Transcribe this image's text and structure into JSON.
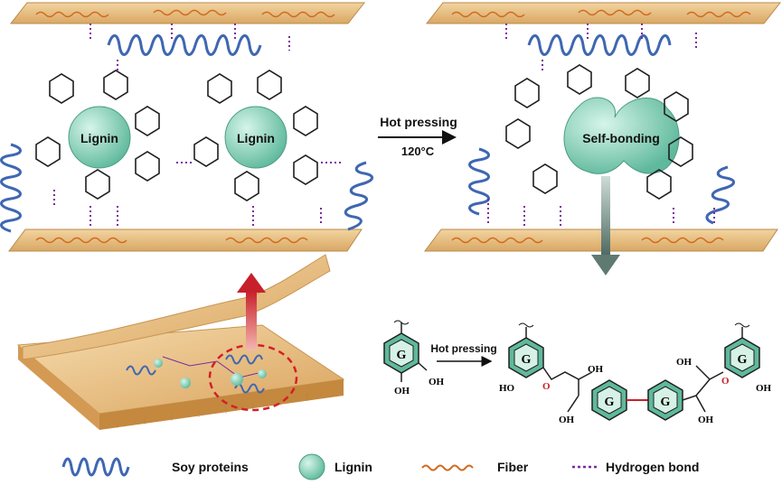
{
  "left_panel": {
    "lignin_label_1": "Lignin",
    "lignin_label_2": "Lignin"
  },
  "arrow_step": {
    "label": "Hot pressing",
    "temperature": "120°C"
  },
  "right_panel": {
    "self_bond_label": "Self-bonding"
  },
  "reaction": {
    "arrow_label": "Hot pressing",
    "ring_label": "G",
    "substituents": {
      "oh": "OH",
      "ho": "HO",
      "o": "O"
    }
  },
  "legend": {
    "items": [
      {
        "icon": "soy-protein-helix-icon",
        "label": "Soy proteins"
      },
      {
        "icon": "lignin-sphere-icon",
        "label": "Lignin"
      },
      {
        "icon": "fiber-wave-icon",
        "label": "Fiber"
      },
      {
        "icon": "hydrogen-bond-dots-icon",
        "label": "Hydrogen bond"
      }
    ]
  },
  "colors": {
    "wood": "#e7c08a",
    "protein": "#3f67b2",
    "lignin": "#8fd6c2",
    "fiber": "#d2691e",
    "hbond": "#7a2aa0",
    "red_arrow": "#c8202a",
    "gray_arrow": "#5f7a70"
  }
}
